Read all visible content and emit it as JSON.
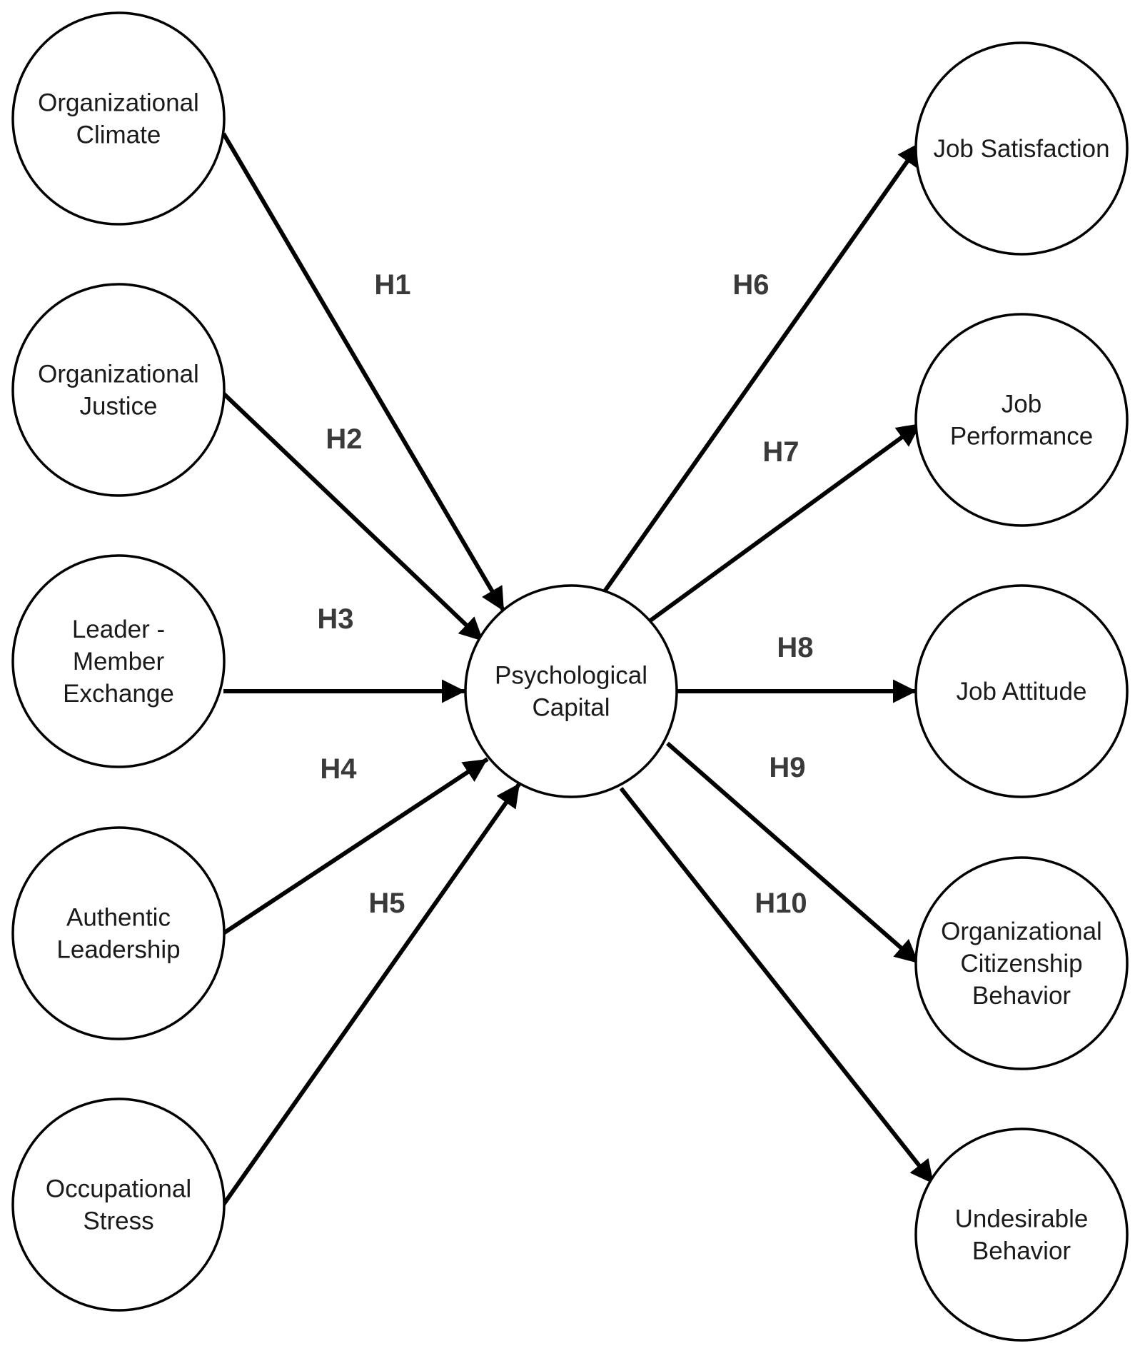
{
  "colors": {
    "stroke": "#000000",
    "node_fill": "#ffffff",
    "node_text": "#1a1a1a",
    "edge_label_text": "#3a3a3a",
    "background": "#ffffff"
  },
  "nodes": {
    "organizational_climate": {
      "lines": [
        "Organizational",
        "Climate"
      ]
    },
    "organizational_justice": {
      "lines": [
        "Organizational",
        "Justice"
      ]
    },
    "leader_member_exchange": {
      "lines": [
        "Leader -",
        "Member",
        "Exchange"
      ]
    },
    "authentic_leadership": {
      "lines": [
        "Authentic",
        "Leadership"
      ]
    },
    "occupational_stress": {
      "lines": [
        "Occupational",
        "Stress"
      ]
    },
    "psychological_capital": {
      "lines": [
        "Psychological",
        "Capital"
      ]
    },
    "job_satisfaction": {
      "lines": [
        "Job Satisfaction"
      ]
    },
    "job_performance": {
      "lines": [
        "Job",
        "Performance"
      ]
    },
    "job_attitude": {
      "lines": [
        "Job Attitude"
      ]
    },
    "organizational_citizenship_behavior": {
      "lines": [
        "Organizational",
        "Citizenship",
        "Behavior"
      ]
    },
    "undesirable_behavior": {
      "lines": [
        "Undesirable",
        "Behavior"
      ]
    }
  },
  "edges": [
    {
      "id": "h1",
      "label": "H1",
      "from": "organizational_climate",
      "to": "psychological_capital"
    },
    {
      "id": "h2",
      "label": "H2",
      "from": "organizational_justice",
      "to": "psychological_capital"
    },
    {
      "id": "h3",
      "label": "H3",
      "from": "leader_member_exchange",
      "to": "psychological_capital"
    },
    {
      "id": "h4",
      "label": "H4",
      "from": "authentic_leadership",
      "to": "psychological_capital"
    },
    {
      "id": "h5",
      "label": "H5",
      "from": "occupational_stress",
      "to": "psychological_capital"
    },
    {
      "id": "h6",
      "label": "H6",
      "from": "psychological_capital",
      "to": "job_satisfaction"
    },
    {
      "id": "h7",
      "label": "H7",
      "from": "psychological_capital",
      "to": "job_performance"
    },
    {
      "id": "h8",
      "label": "H8",
      "from": "psychological_capital",
      "to": "job_attitude"
    },
    {
      "id": "h9",
      "label": "H9",
      "from": "psychological_capital",
      "to": "organizational_citizenship_behavior"
    },
    {
      "id": "h10",
      "label": "H10",
      "from": "psychological_capital",
      "to": "undesirable_behavior"
    }
  ]
}
